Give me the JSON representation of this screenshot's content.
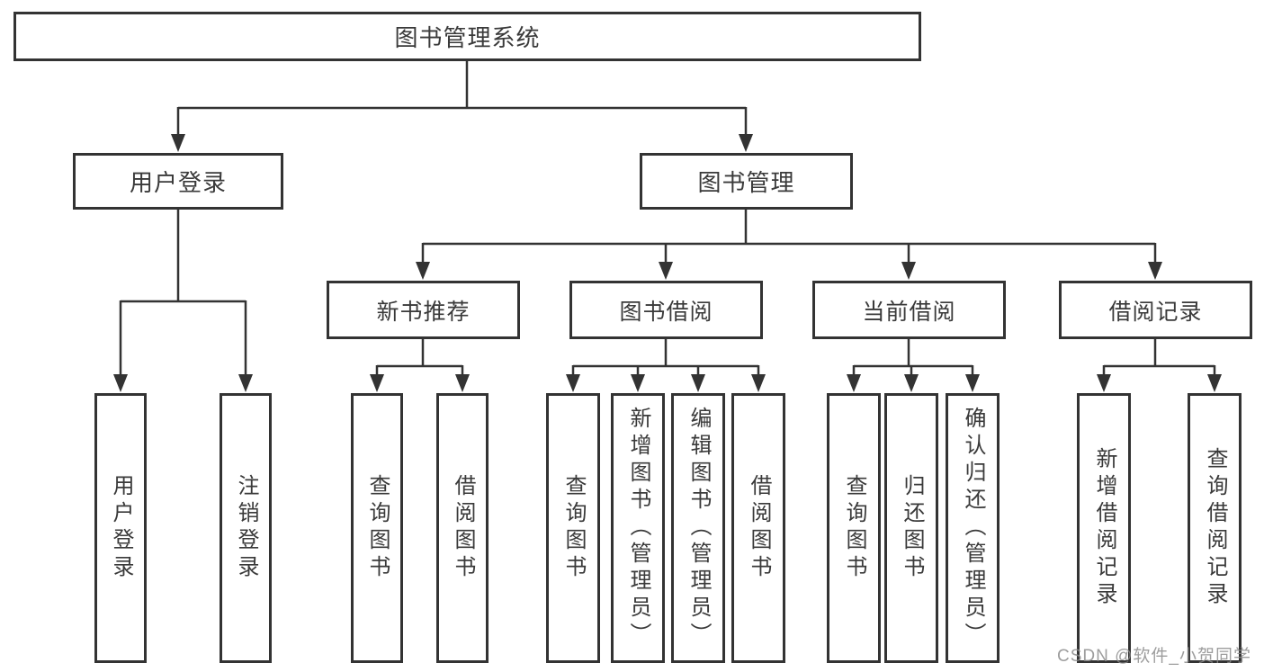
{
  "diagram": {
    "title": "图书管理系统",
    "branches": [
      {
        "label": "用户登录",
        "children": [
          "用户登录",
          "注销登录"
        ]
      },
      {
        "label": "图书管理",
        "sections": [
          {
            "label": "新书推荐",
            "children": [
              "查询图书",
              "借阅图书"
            ]
          },
          {
            "label": "图书借阅",
            "children": [
              "查询图书",
              "新增图书（管理员）",
              "编辑图书（管理员）",
              "借阅图书"
            ]
          },
          {
            "label": "当前借阅",
            "children": [
              "查询图书",
              "归还图书",
              "确认归还（管理员）"
            ]
          },
          {
            "label": "借阅记录",
            "children": [
              "新增借阅记录",
              "查询借阅记录"
            ]
          }
        ]
      }
    ]
  },
  "watermark": {
    "text": "CSDN @软件_小贺同学"
  },
  "colors": {
    "line": "#333333",
    "border": "#333333",
    "text": "#3a3a3a",
    "watermark": "#8c8c8c",
    "background": "#ffffff"
  }
}
